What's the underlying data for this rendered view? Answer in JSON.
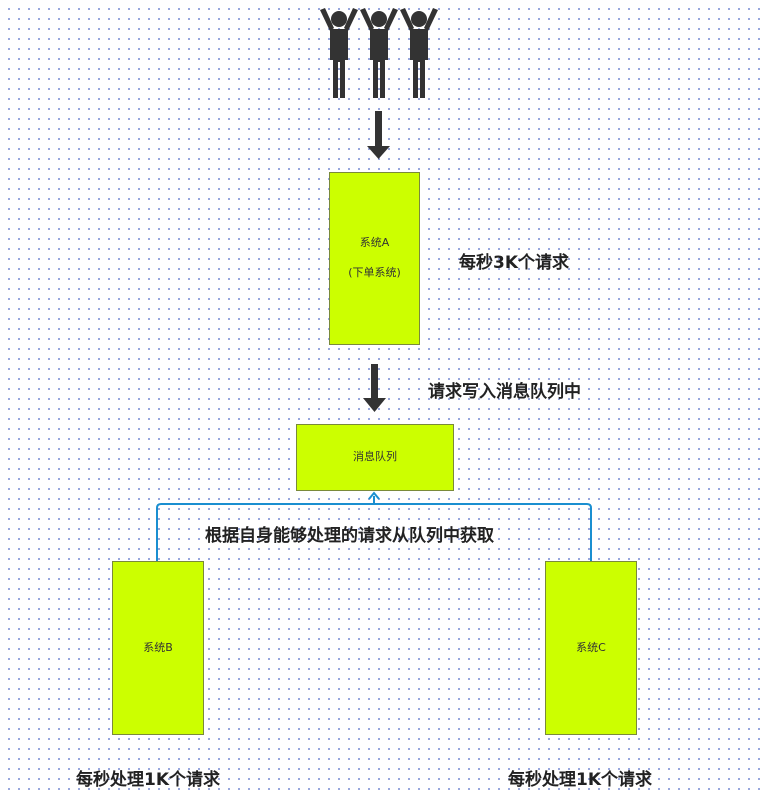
{
  "diagram": {
    "users_icon": "users-group-icon",
    "system_a": {
      "title": "系统A",
      "subtitle": "(下单系统)"
    },
    "label_a_rate": "每秒3K个请求",
    "label_write": "请求写入消息队列中",
    "queue": {
      "title": "消息队列"
    },
    "label_fetch": "根据自身能够处理的请求从队列中获取",
    "system_b": {
      "title": "系统B"
    },
    "system_c": {
      "title": "系统C"
    },
    "label_b_rate": "每秒处理1K个请求",
    "label_c_rate": "每秒处理1K个请求",
    "colors": {
      "box_fill": "#ccff00",
      "connector": "#1a8fd0",
      "arrow": "#333333"
    }
  }
}
